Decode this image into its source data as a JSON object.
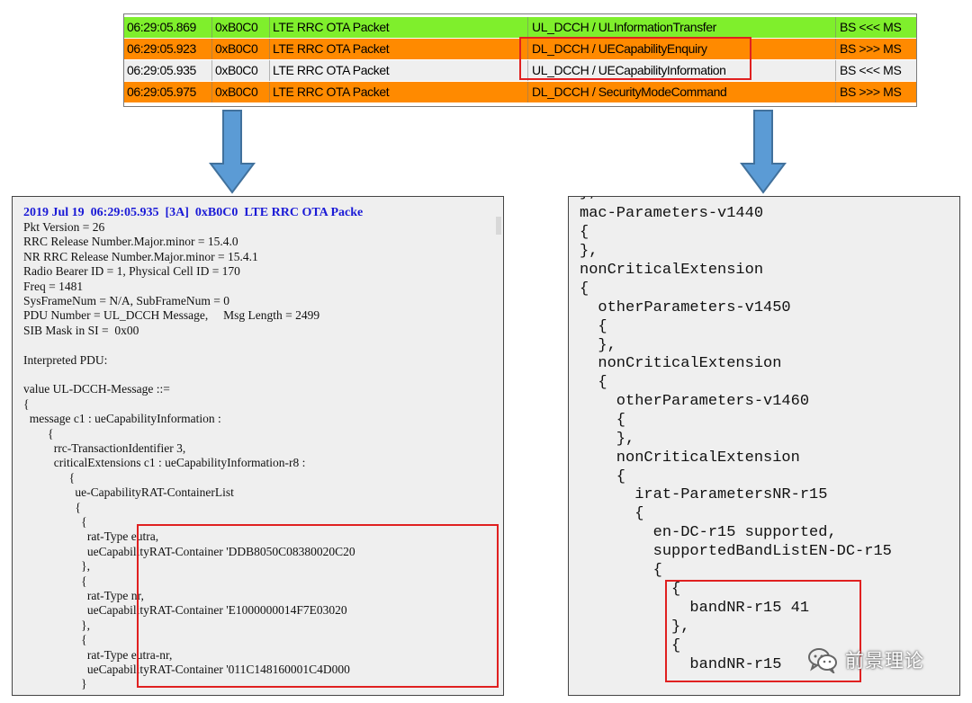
{
  "message_log": {
    "rows": [
      {
        "time": "06:29:05.869",
        "code": "0xB0C0",
        "type": "LTE RRC OTA Packet",
        "channel_message": "UL_DCCH / ULInformationTransfer",
        "direction": "BS <<< MS",
        "color": "#7fef2c"
      },
      {
        "time": "06:29:05.923",
        "code": "0xB0C0",
        "type": "LTE RRC OTA Packet",
        "channel_message": "DL_DCCH / UECapabilityEnquiry",
        "direction": "BS >>> MS",
        "color": "#ff8a00"
      },
      {
        "time": "06:29:05.935",
        "code": "0xB0C0",
        "type": "LTE RRC OTA Packet",
        "channel_message": "UL_DCCH / UECapabilityInformation",
        "direction": "BS <<< MS",
        "color": "#efefef"
      },
      {
        "time": "06:29:05.975",
        "code": "0xB0C0",
        "type": "LTE RRC OTA Packet",
        "channel_message": "DL_DCCH / SecurityModeCommand",
        "direction": "BS >>> MS",
        "color": "#ff8a00"
      }
    ]
  },
  "packet_detail": {
    "header": "2019 Jul 19  06:29:05.935  [3A]  0xB0C0  LTE RRC OTA Packe",
    "lines": [
      "Pkt Version = 26",
      "RRC Release Number.Major.minor = 15.4.0",
      "NR RRC Release Number.Major.minor = 15.4.1",
      "Radio Bearer ID = 1, Physical Cell ID = 170",
      "Freq = 1481",
      "SysFrameNum = N/A, SubFrameNum = 0",
      "PDU Number = UL_DCCH Message,     Msg Length = 2499",
      "SIB Mask in SI =  0x00",
      "",
      "Interpreted PDU:",
      "",
      "value UL-DCCH-Message ::=",
      "{",
      "  message c1 : ueCapabilityInformation :",
      "        {",
      "          rrc-TransactionIdentifier 3,",
      "          criticalExtensions c1 : ueCapabilityInformation-r8 :",
      "               {",
      "                 ue-CapabilityRAT-ContainerList",
      "                 {",
      "                   {",
      "                     rat-Type eutra,",
      "                     ueCapabilityRAT-Container 'DDB8050C08380020C20",
      "                   },",
      "                   {",
      "                     rat-Type nr,",
      "                     ueCapabilityRAT-Container 'E1000000014F7E03020",
      "                   },",
      "                   {",
      "                     rat-Type eutra-nr,",
      "                     ueCapabilityRAT-Container '011C148160001C4D000",
      "                   }"
    ]
  },
  "capability_detail": {
    "lines": [
      "},",
      "mac-Parameters-v1440",
      "{",
      "},",
      "nonCriticalExtension",
      "{",
      "  otherParameters-v1450",
      "  {",
      "  },",
      "  nonCriticalExtension",
      "  {",
      "    otherParameters-v1460",
      "    {",
      "    },",
      "    nonCriticalExtension",
      "    {",
      "      irat-ParametersNR-r15",
      "      {",
      "        en-DC-r15 supported,",
      "        supportedBandListEN-DC-r15",
      "        {",
      "          {",
      "            bandNR-r15 41",
      "          },",
      "          {",
      "            bandNR-r15"
    ]
  },
  "watermark": {
    "text": "前景理论",
    "icon": "wechat-icon"
  },
  "colors": {
    "highlight": "#e02020",
    "arrow": "#5b9bd5",
    "arrow_stroke": "#41719c"
  }
}
